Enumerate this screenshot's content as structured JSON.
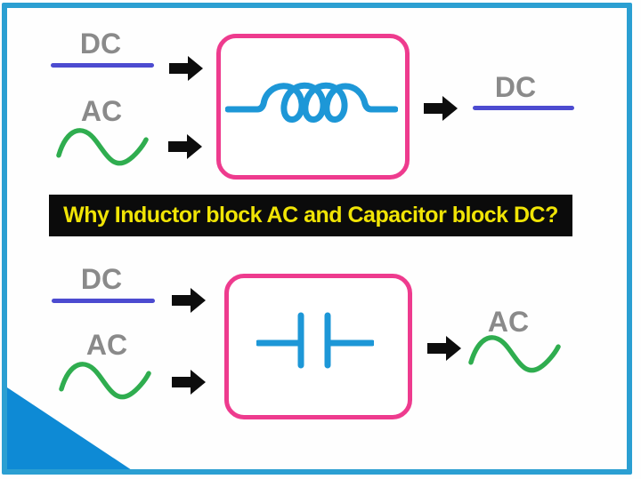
{
  "banner": {
    "text": "Why Inductor block AC and Capacitor block DC?"
  },
  "top_row": {
    "dc_input_label": "DC",
    "ac_input_label": "AC",
    "component": "inductor",
    "dc_output_label": "DC"
  },
  "bottom_row": {
    "dc_input_label": "DC",
    "ac_input_label": "AC",
    "component": "capacitor",
    "ac_output_label": "AC"
  },
  "icons": {
    "arrow": "right-block-arrow",
    "dc_signal": "straight-line",
    "ac_signal": "sine-wave",
    "inductor": "coil",
    "capacitor": "parallel-plates"
  },
  "colors": {
    "border": "#2b9fd2",
    "triangle": "#0e8ad5",
    "pink": "#ee3b8e",
    "component": "#1d97d7",
    "dc": "#4c4bd0",
    "ac": "#2fad4f",
    "label": "#8a8a8a",
    "banner-bg": "#0b0b0b",
    "banner-text": "#f0e405",
    "arrow": "#0d0d0d"
  }
}
